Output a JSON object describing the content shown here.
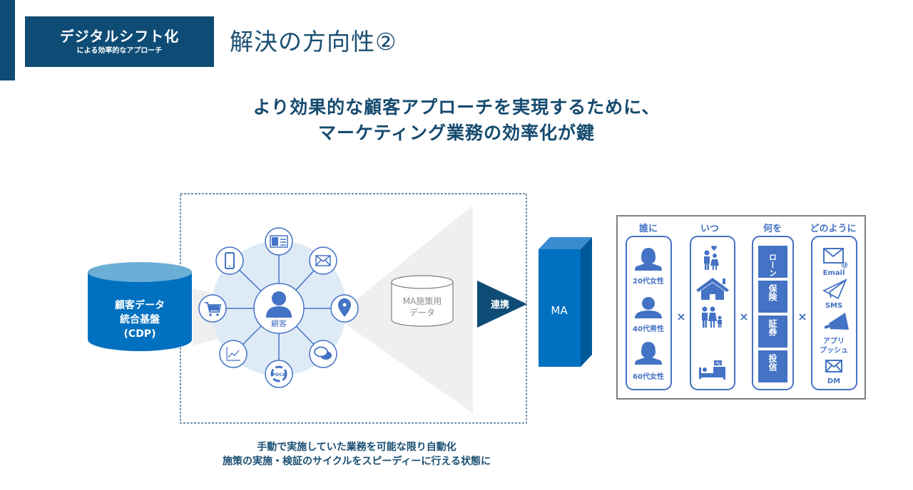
{
  "header": {
    "tag_main": "デジタルシフト化",
    "tag_sub": "による効率的なアプローチ",
    "title": "解決の方向性②"
  },
  "headline": {
    "line1": "より効果的な顧客アプローチを実現するために、",
    "line2": "マーケティング業務の効率化が鍵"
  },
  "diagram": {
    "cdp": {
      "line1": "顧客データ",
      "line2": "統合基盤",
      "line3": "(CDP)"
    },
    "hub": {
      "center_label": "顧客",
      "spokes": [
        "id-card-icon",
        "mail-icon",
        "location-pin-icon",
        "chat-icon",
        "pdca-cycle-icon",
        "line-chart-icon",
        "shopping-cart-icon",
        "smartphone-icon"
      ]
    },
    "ma_data": {
      "line1": "MA施策用",
      "line2": "データ"
    },
    "link_label": "連携",
    "ma_label": "MA",
    "colors": {
      "navy": "#0f4c75",
      "blue": "#0070c0",
      "icon_blue": "#4472c4",
      "hub_bg": "#deebf7",
      "beam": "#efefef"
    }
  },
  "matrix": {
    "columns": [
      {
        "header": "誰に",
        "items": [
          "20代女性",
          "40代男性",
          "60代女性"
        ]
      },
      {
        "header": "いつ",
        "items": [
          "couple-icon",
          "house-icon",
          "family-icon",
          "hospital-bed-icon"
        ]
      },
      {
        "header": "何を",
        "items": [
          "ローン",
          "保険",
          "証券",
          "投信"
        ]
      },
      {
        "header": "どのように",
        "items": [
          "Email",
          "SMS",
          "アプリ プッシュ",
          "DM"
        ]
      }
    ],
    "operator": "×",
    "app_push_line1": "アプリ",
    "app_push_line2": "プッシュ"
  },
  "caption": {
    "line1": "手動で実施していた業務を可能な限り自動化",
    "line2": "施策の実施・検証のサイクルをスピーディーに行える状態に"
  }
}
